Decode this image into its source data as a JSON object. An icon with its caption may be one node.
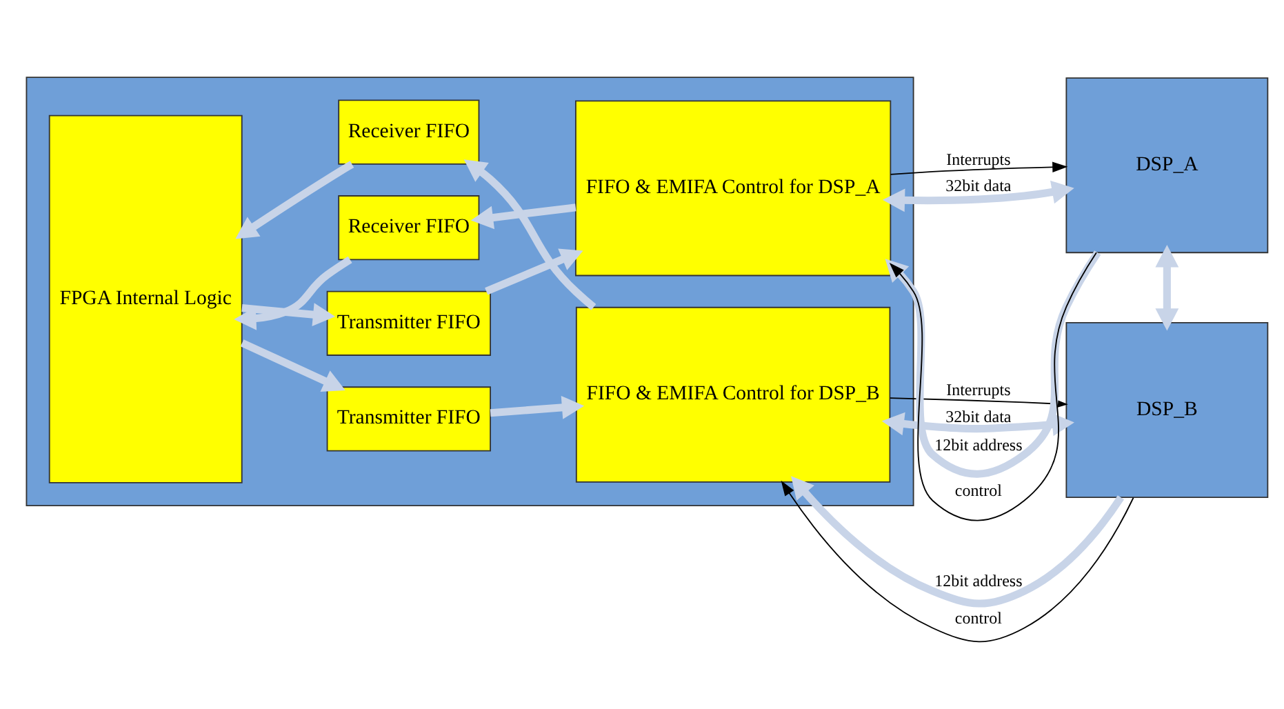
{
  "diagram": {
    "nodes": [
      {
        "text": [],
        "shape": "box"
      },
      {
        "text": [
          "FPGA Internal Logic"
        ],
        "in": 0
      },
      {
        "text": [
          "Transmitter FIFO"
        ],
        "in": 0
      },
      {
        "text": [
          "FIFO & EMIFA Control for DSP_A"
        ],
        "in": 0
      },
      {
        "text": [
          "Receiver FIFO"
        ],
        "in": 0
      },
      {
        "text": [
          "Transmitter FIFO"
        ],
        "in": 0
      },
      {
        "text": [
          "FIFO & EMIFA Control for DSP_B"
        ],
        "in": 0
      },
      {
        "text": [
          "Receiver FIFO"
        ],
        "in": 0
      },
      {
        "text": [
          "DSP_A"
        ]
      },
      {
        "text": [
          "DSP_B"
        ]
      }
    ],
    "edges": [
      {
        "from": 1,
        "to": 2,
        "arrow": "to"
      },
      {
        "from": 2,
        "to": 3,
        "arrow": "to"
      },
      {
        "from": 3,
        "to": 4,
        "arrow": "to"
      },
      {
        "from": 4,
        "to": 1,
        "arrow": "to"
      },
      {
        "from": 3,
        "to": 8,
        "arrow": "to",
        "label": "Interrupts",
        "color": "#000000"
      },
      {
        "from": 3,
        "to": 8,
        "arrow": "both",
        "label": "32bit data"
      },
      {
        "from": 8,
        "to": 3,
        "arrow": "to",
        "label": "12bit address"
      },
      {
        "from": 8,
        "to": 3,
        "arrow": "to",
        "label": "control",
        "color": "#000000"
      },
      {
        "from": 8,
        "to": 9,
        "arrow": "both"
      },
      {
        "from": 1,
        "to": 5,
        "arrow": "to"
      },
      {
        "from": 5,
        "to": 6,
        "arrow": "to"
      },
      {
        "from": 6,
        "to": 7,
        "arrow": "to"
      },
      {
        "from": 7,
        "to": 1,
        "arrow": "to"
      },
      {
        "from": 6,
        "to": 9,
        "arrow": "to",
        "label": "Interrupts",
        "color": "#000000"
      },
      {
        "from": 6,
        "to": 9,
        "arrow": "both",
        "label": "32bit data"
      },
      {
        "from": 9,
        "to": 6,
        "arrow": "to",
        "label": "12bit address"
      },
      {
        "from": 9,
        "to": 6,
        "arrow": "to",
        "label": "control",
        "color": "#000000"
      }
    ]
  }
}
